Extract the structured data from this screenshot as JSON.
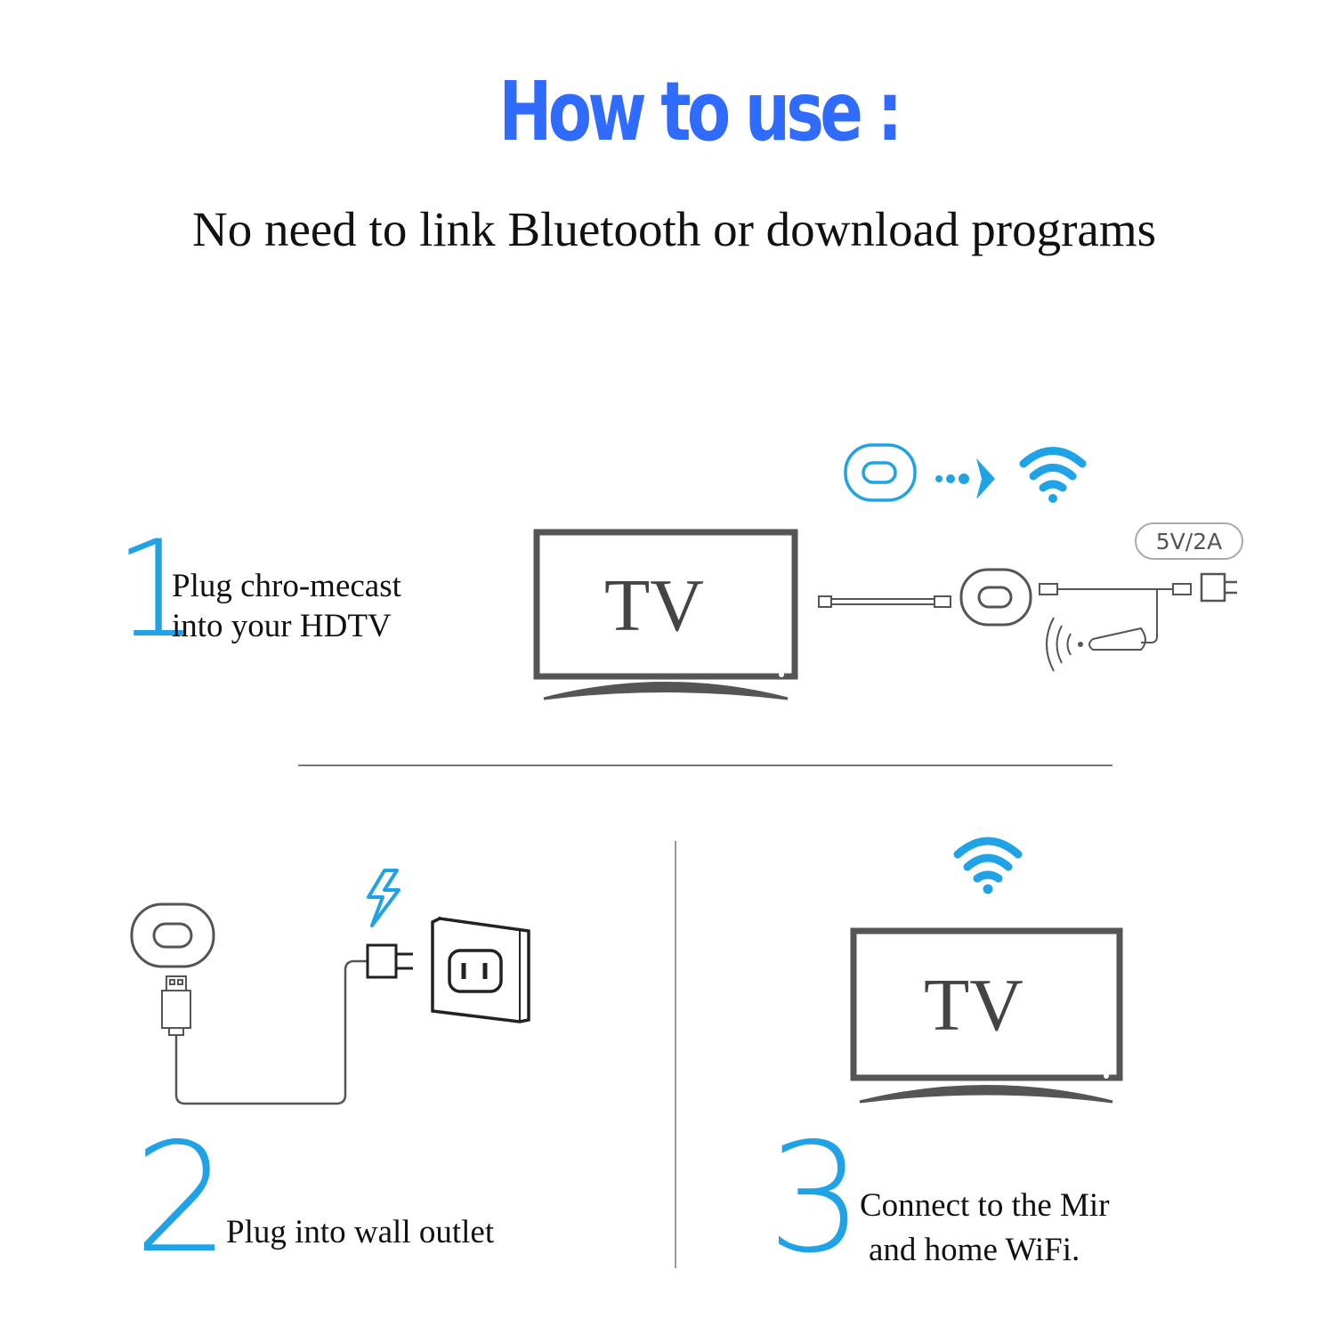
{
  "header": {
    "title": "How to use :",
    "subtitle": "No need to link Bluetooth or download programs"
  },
  "steps": [
    {
      "number": "1",
      "line1": "Plug chro-mecast",
      "line2": "into your HDTV"
    },
    {
      "number": "2",
      "line1": "Plug into wall outlet"
    },
    {
      "number": "3",
      "line1": "Connect to the Mir",
      "line2": "and home WiFi."
    }
  ],
  "diagram": {
    "tv_label": "TV",
    "power_badge": "5V/2A"
  },
  "colors": {
    "accent_blue": "#1fa3e6",
    "title_blue": "#2f6bff",
    "device_gray": "#555555"
  }
}
